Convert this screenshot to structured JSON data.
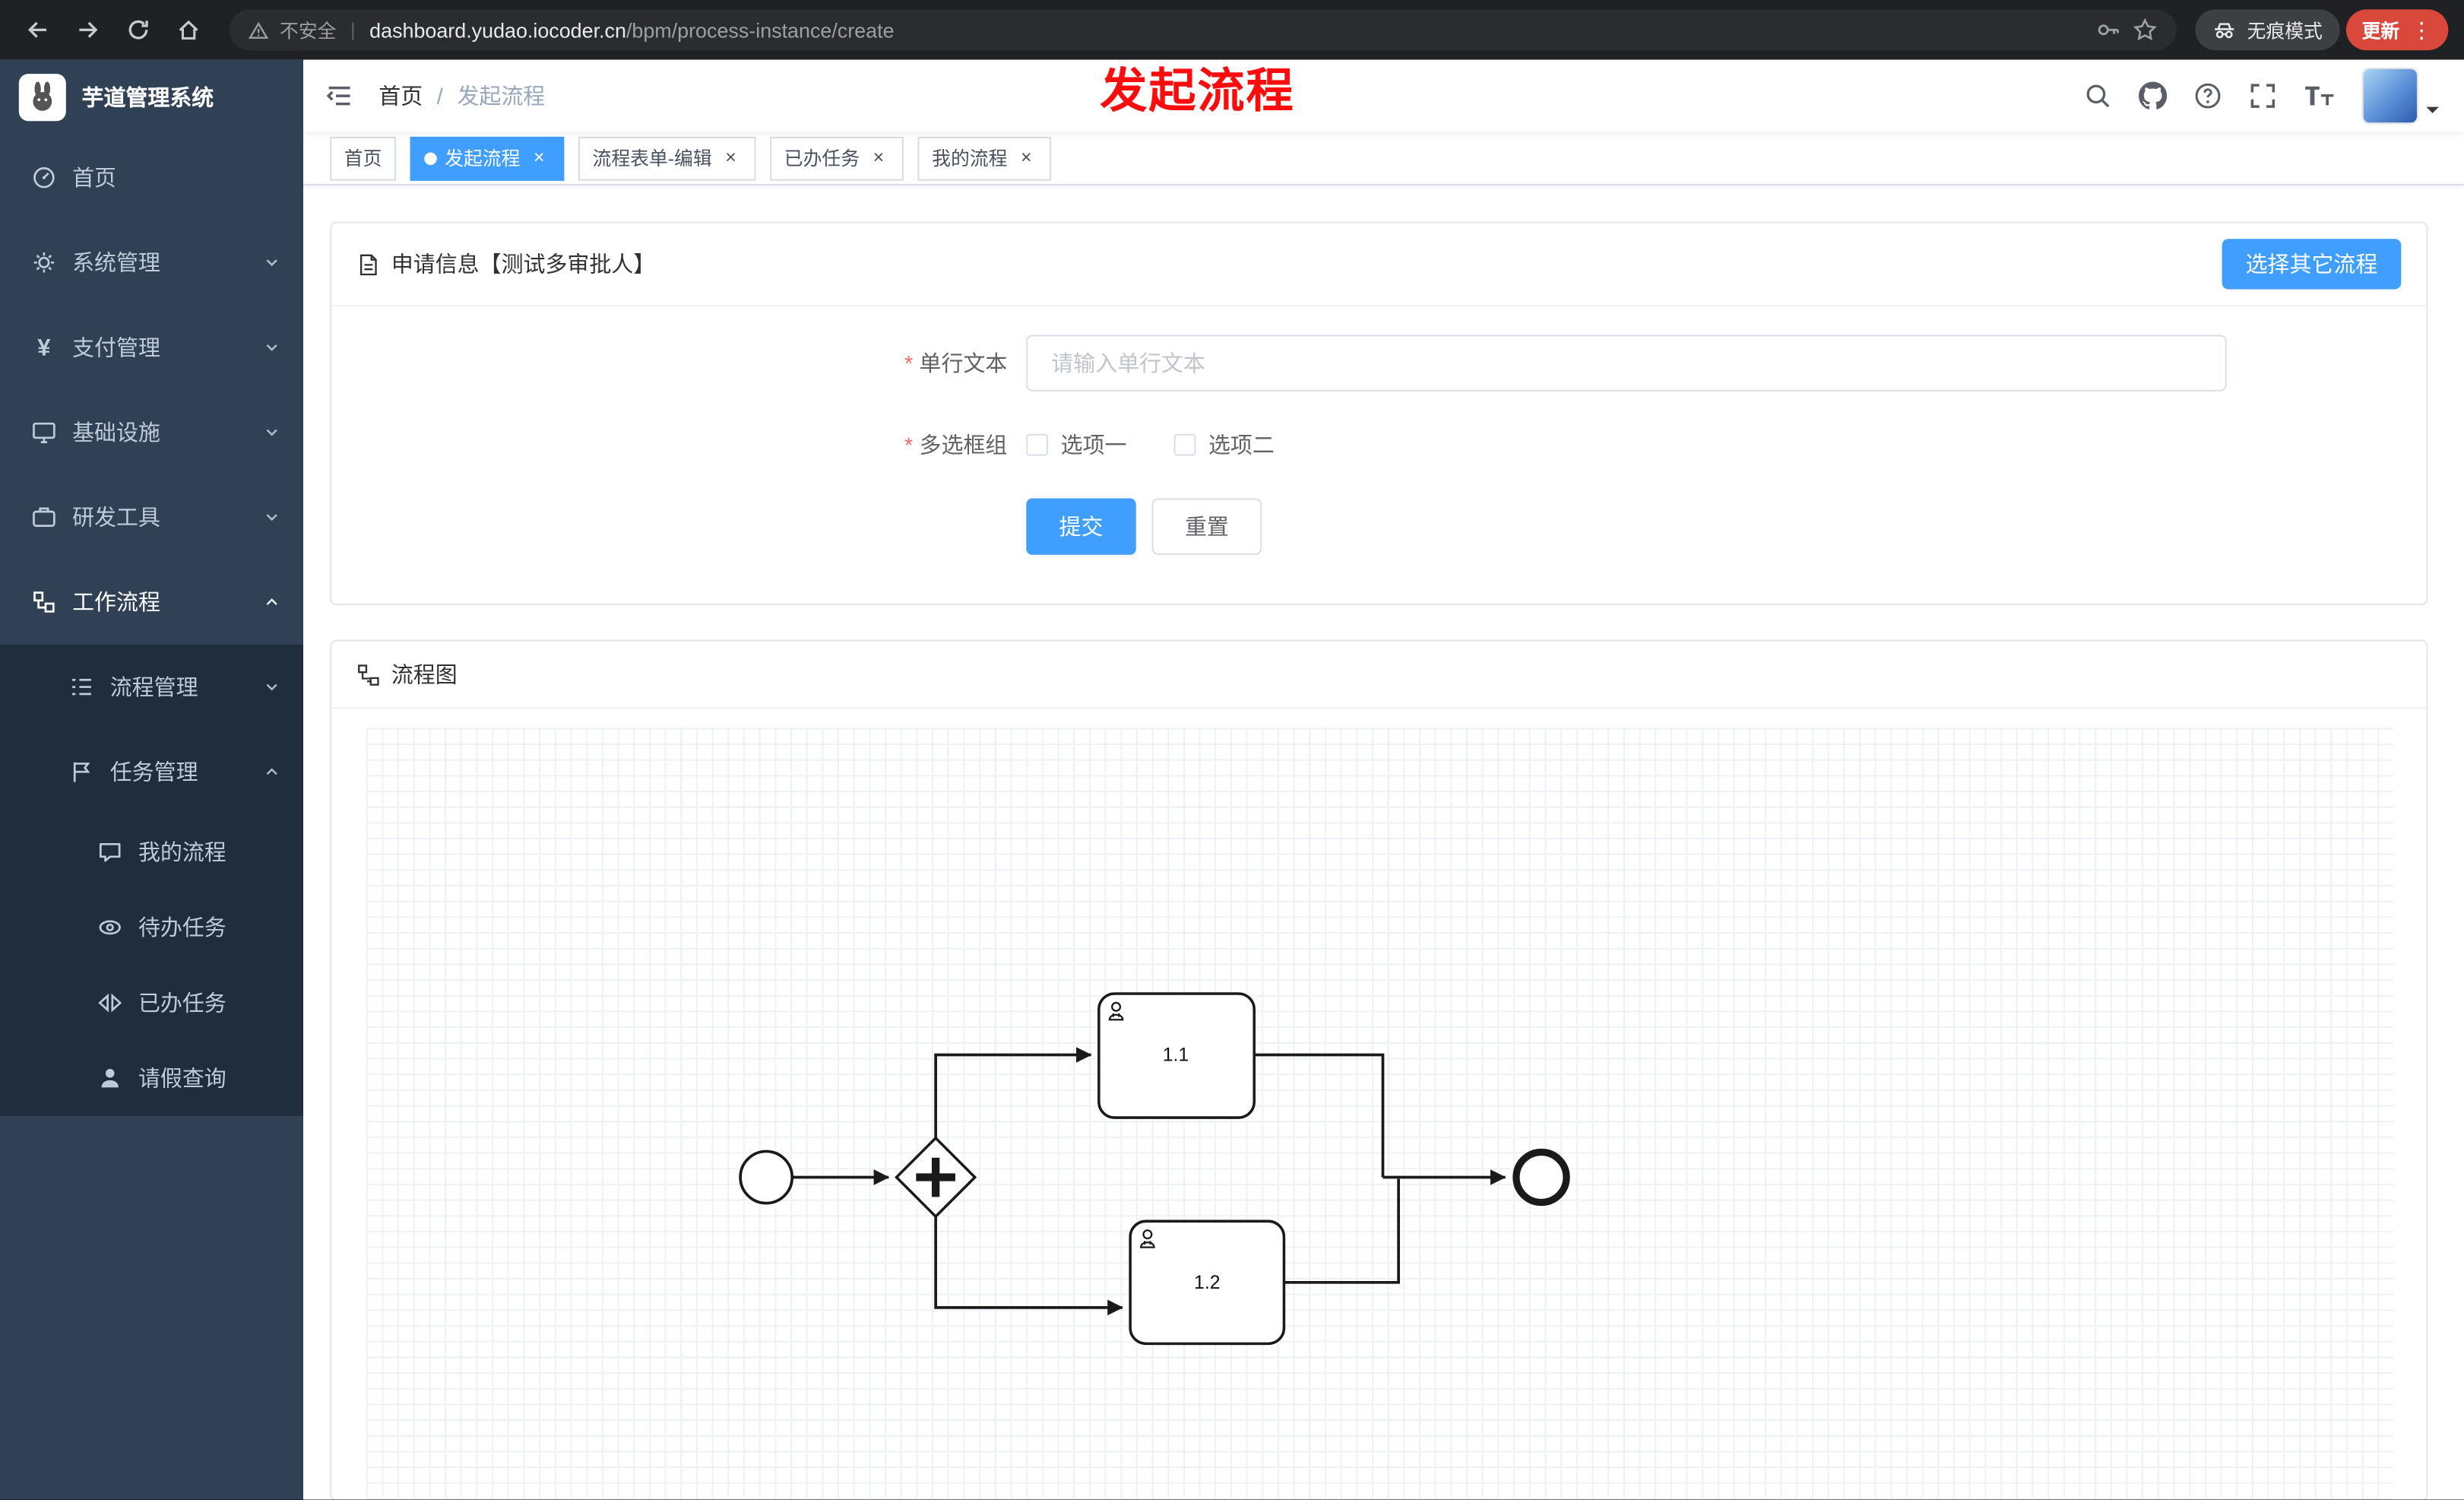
{
  "browser": {
    "security_label": "不安全",
    "url_domain": "dashboard.yudao.iocoder.cn",
    "url_path": "/bpm/process-instance/create",
    "incognito_label": "无痕模式",
    "update_label": "更新"
  },
  "annotation": {
    "text": "发起流程",
    "color": "#fb0d0d"
  },
  "sidebar": {
    "logo_title": "芋道管理系统",
    "items": [
      {
        "label": "首页"
      },
      {
        "label": "系统管理"
      },
      {
        "label": "支付管理"
      },
      {
        "label": "基础设施"
      },
      {
        "label": "研发工具"
      },
      {
        "label": "工作流程"
      }
    ],
    "submenu": [
      {
        "label": "流程管理"
      },
      {
        "label": "任务管理"
      }
    ],
    "children": [
      {
        "label": "我的流程"
      },
      {
        "label": "待办任务"
      },
      {
        "label": "已办任务"
      },
      {
        "label": "请假查询"
      }
    ]
  },
  "header": {
    "breadcrumb_home": "首页",
    "breadcrumb_current": "发起流程"
  },
  "tabs": [
    {
      "label": "首页"
    },
    {
      "label": "发起流程"
    },
    {
      "label": "流程表单-编辑"
    },
    {
      "label": "已办任务"
    },
    {
      "label": "我的流程"
    }
  ],
  "form_card": {
    "title": "申请信息【测试多审批人】",
    "select_other_label": "选择其它流程",
    "required_marker": "*",
    "text_label": "单行文本",
    "text_placeholder": "请输入单行文本",
    "checkbox_label": "多选框组",
    "option1": "选项一",
    "option2": "选项二",
    "submit_label": "提交",
    "reset_label": "重置"
  },
  "diagram_card": {
    "title": "流程图",
    "task1": "1.1",
    "task2": "1.2"
  },
  "icons": {
    "close": "×",
    "overflow_menu": "⋮",
    "divider": "|",
    "breadcrumb_separator": "/",
    "yen": "¥"
  },
  "colors": {
    "primary": "#409eff",
    "sidebar_bg": "#304156",
    "submenu_bg": "#1f2d3d",
    "annotation_red": "#fb0d0d",
    "update_badge": "#d9483b"
  }
}
